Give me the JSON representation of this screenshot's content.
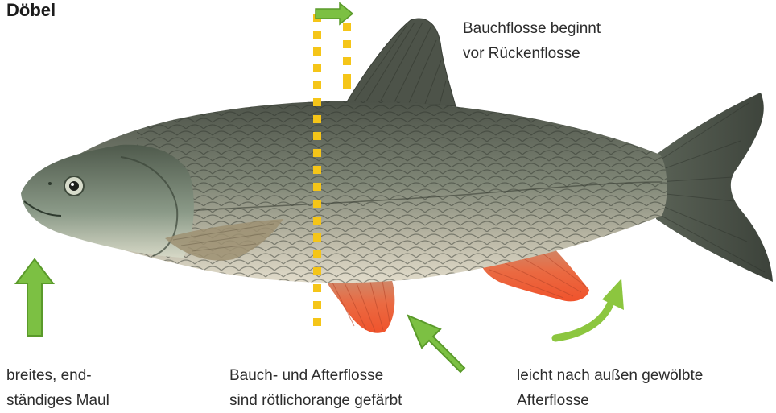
{
  "title": "Döbel",
  "annotations": {
    "fin_position": [
      "Bauchflosse beginnt",
      "vor Rückenflosse"
    ],
    "mouth": [
      "breites, end-",
      "ständiges Maul"
    ],
    "fin_color": [
      "Bauch- und Afterflosse",
      "sind rötlichorange gefärbt"
    ],
    "anal_fin_shape": [
      "leicht nach außen gewölbte",
      "Afterflosse"
    ]
  },
  "colors": {
    "arrow_green": "#7cc043",
    "arrow_outline": "#5a9a2a",
    "guide_yellow": "#f5c518",
    "fin_orange": "#e8603a",
    "fish_body": "#7c8474",
    "fish_belly": "#d8d4c4"
  },
  "icons": [
    "arrow-up-icon",
    "arrow-right-icon",
    "arrow-diagonal-icon",
    "arrow-curved-icon"
  ]
}
